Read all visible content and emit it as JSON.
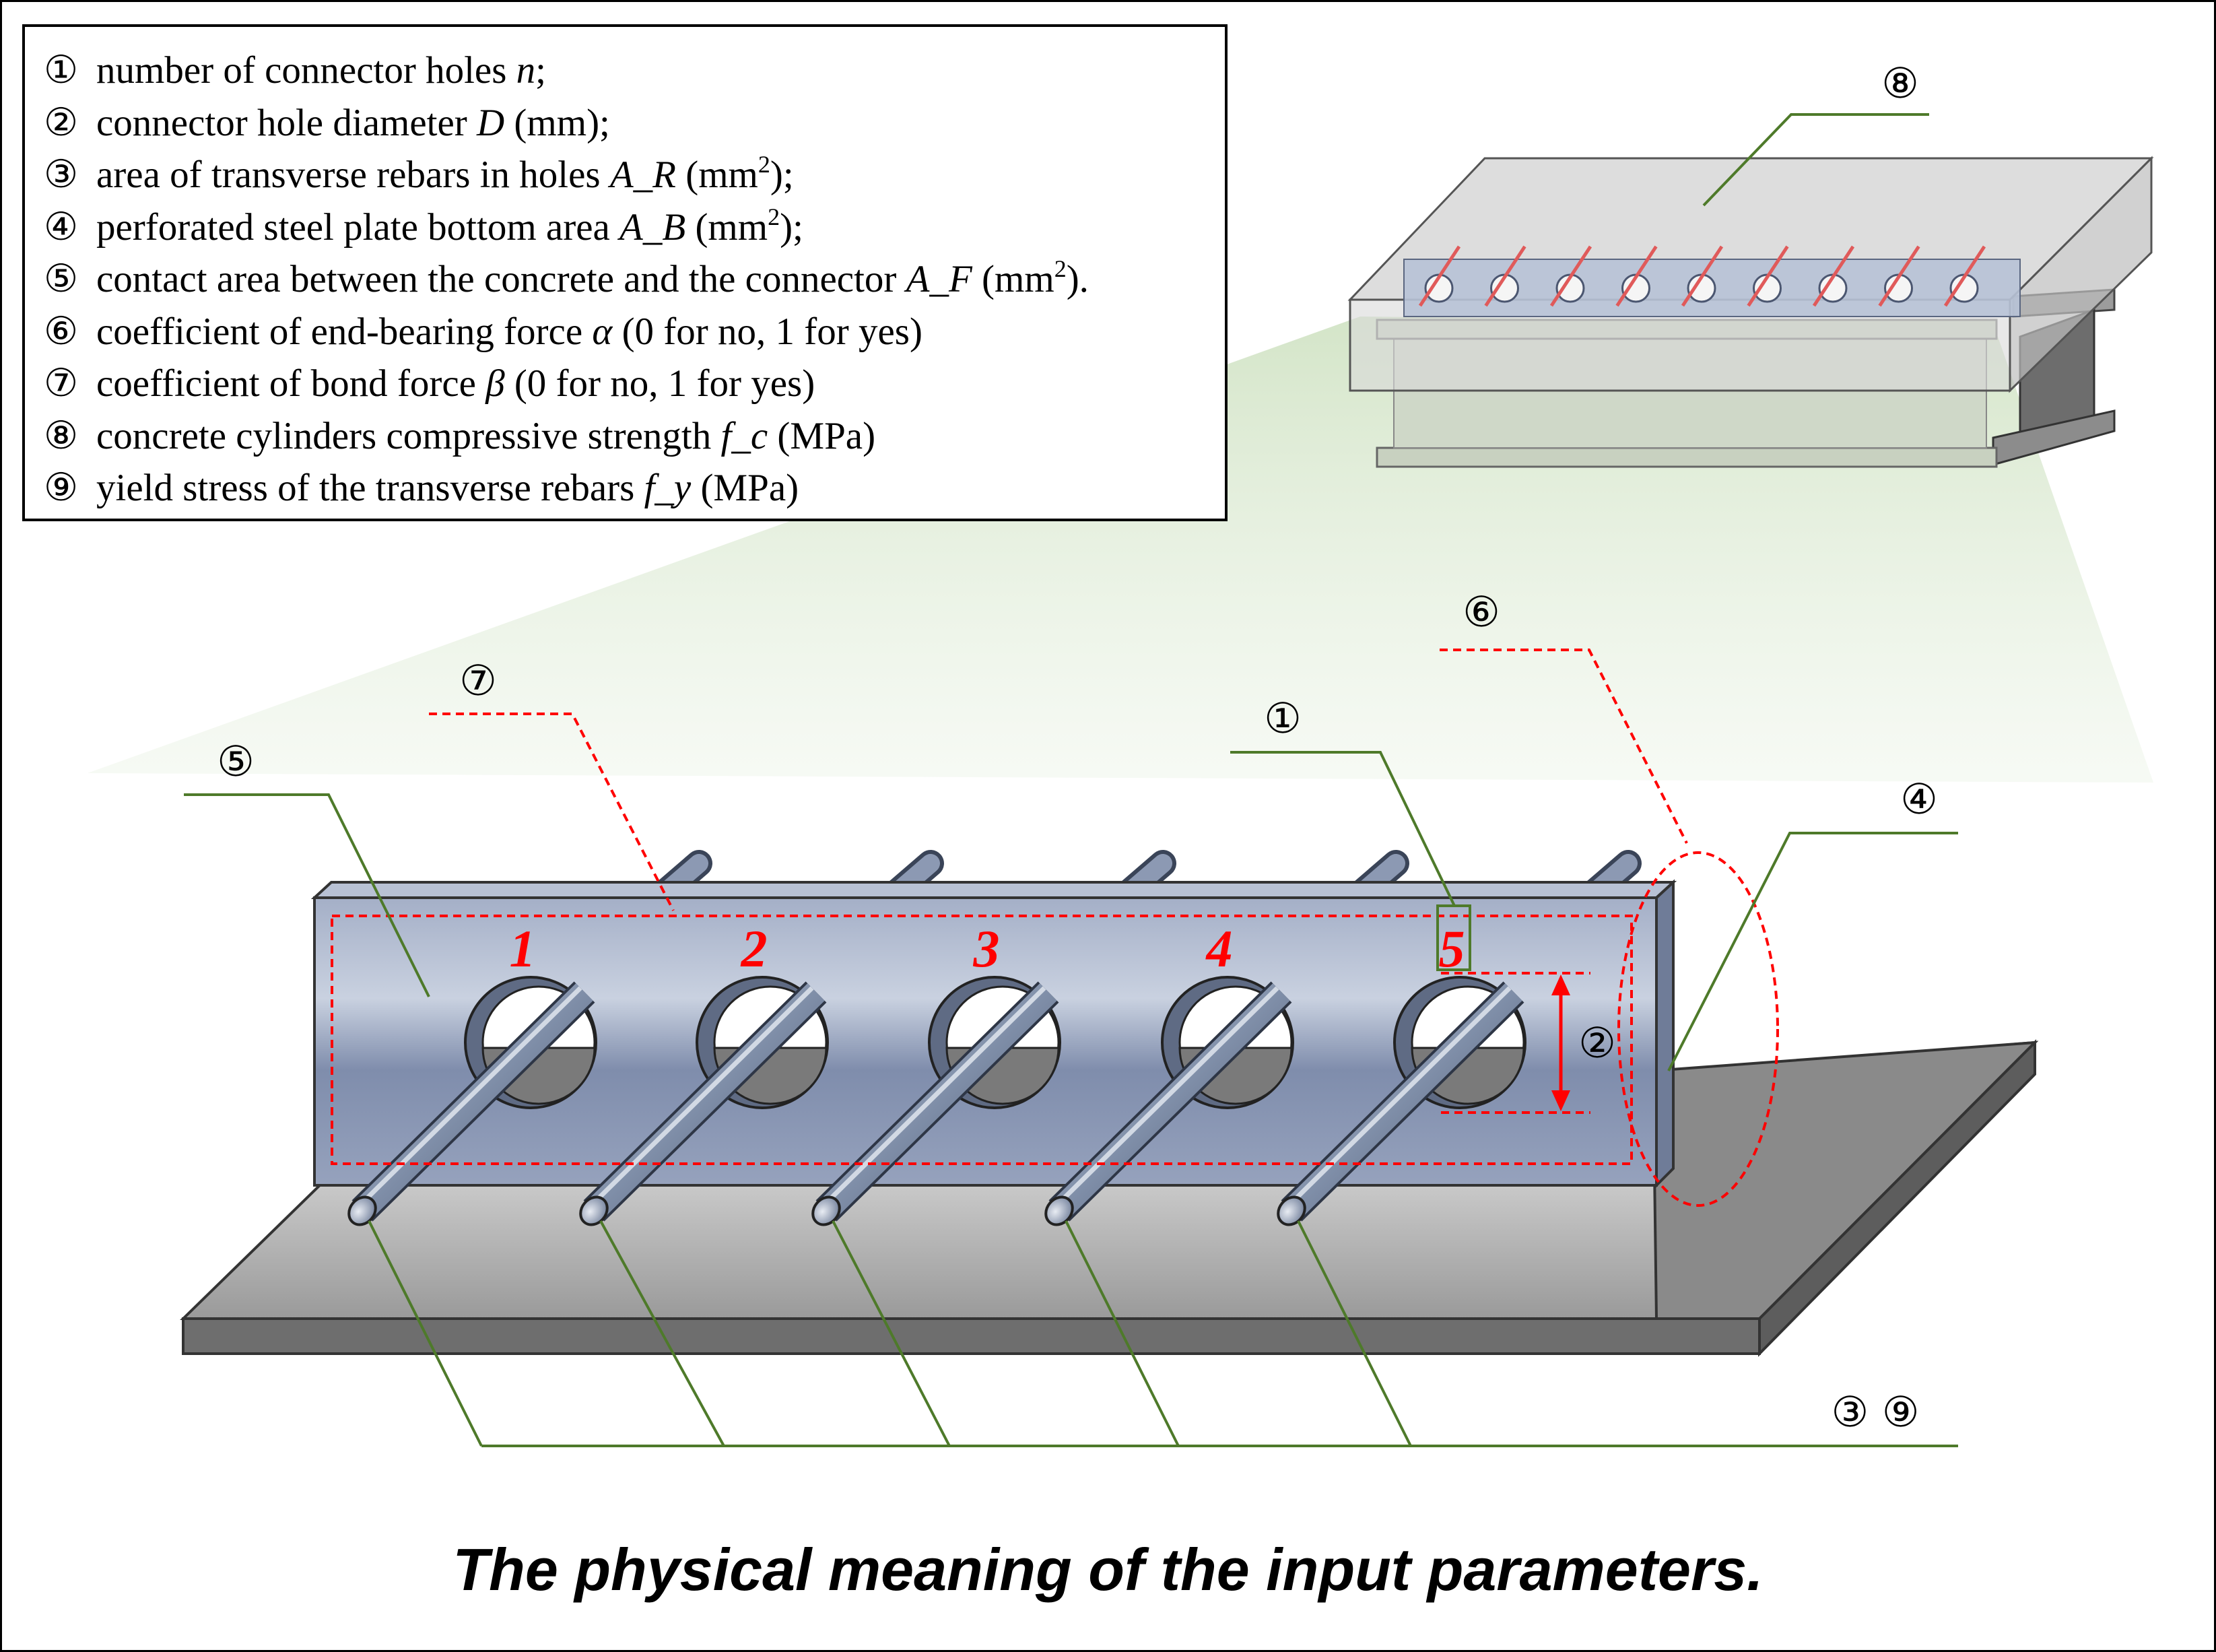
{
  "legend": [
    {
      "num": "①",
      "pre": "number of connector holes ",
      "sym": "n",
      "post": ";",
      "sup": "",
      "tail": ""
    },
    {
      "num": "②",
      "pre": "connector hole diameter ",
      "sym": "D",
      "post": " (mm);",
      "sup": "",
      "tail": ""
    },
    {
      "num": "③",
      "pre": "area of transverse rebars in  holes  ",
      "sym": "A_R",
      "post": " (mm",
      "sup": "2",
      "tail": ");"
    },
    {
      "num": "④",
      "pre": "perforated steel plate bottom area ",
      "sym": "A_B",
      "post": " (mm",
      "sup": "2",
      "tail": ");"
    },
    {
      "num": "⑤",
      "pre": "contact area between the concrete and the connector ",
      "sym": "A_F",
      "post": " (mm",
      "sup": "2",
      "tail": ")."
    },
    {
      "num": "⑥",
      "pre": "coefficient of end-bearing force ",
      "sym": "α",
      "post": " (0 for no, 1 for yes)",
      "sup": "",
      "tail": ""
    },
    {
      "num": "⑦",
      "pre": "coefficient of bond force ",
      "sym": "β",
      "post": " (0 for no, 1 for yes)",
      "sup": "",
      "tail": ""
    },
    {
      "num": "⑧",
      "pre": "concrete cylinders compressive strength ",
      "sym": "f_c",
      "post": " (MPa)",
      "sup": "",
      "tail": ""
    },
    {
      "num": "⑨",
      "pre": "yield stress of the transverse rebars ",
      "sym": "f_y",
      "post": " (MPa)",
      "sup": "",
      "tail": ""
    }
  ],
  "callouts": {
    "c1": "①",
    "c2": "②",
    "c39": "③ ⑨",
    "c4": "④",
    "c5": "⑤",
    "c6": "⑥",
    "c7": "⑦",
    "c8": "⑧"
  },
  "hole_numbers": [
    "1",
    "2",
    "3",
    "4",
    "5"
  ],
  "caption": "The physical meaning of the input parameters.",
  "colors": {
    "leader_green": "#4e7a2a",
    "dashed_red": "#ff0000",
    "steel_plate": "#8f9bb5",
    "base_plate": "#bdbdbd",
    "concrete_slab": "#e6e6e6",
    "zoom_fan": "#d9e8cf"
  },
  "icons": [
    "circled-number-icon",
    "rebar-icon",
    "dimension-arrow-icon"
  ]
}
